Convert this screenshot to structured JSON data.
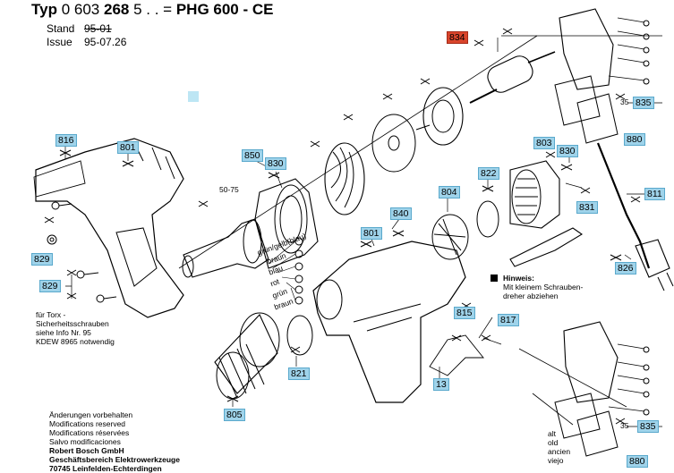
{
  "header": {
    "typ_label": "Typ",
    "typ_number": "0 603",
    "typ_number_bold": "268",
    "typ_suffix": "5 . . =",
    "model": "PHG 600 - CE",
    "stand_label": "Stand",
    "stand_value": "95-01",
    "issue_label": "Issue",
    "issue_value": "95-07.26"
  },
  "part_tags": {
    "p834": "834",
    "p816": "816",
    "p801a": "801",
    "p850": "850",
    "p830a": "830",
    "p803": "803",
    "p830b": "830",
    "p822": "822",
    "p804": "804",
    "p840": "840",
    "p831": "831",
    "p835a": "835",
    "p880a": "880",
    "p811": "811",
    "p826": "826",
    "p829a": "829",
    "p829b": "829",
    "p801b": "801",
    "p815": "815",
    "p817": "817",
    "p13": "13",
    "p821": "821",
    "p805": "805",
    "p835b": "835",
    "p880b": "880"
  },
  "drawing_labels": {
    "range_5075": "50-75",
    "dim_35": "35",
    "dim_35b": "35"
  },
  "wire_colors": [
    "grün/gelb(blau)",
    "braun",
    "blau",
    "rot",
    "grün",
    "braun"
  ],
  "hinweis": {
    "title": "Hinweis:",
    "line1": "Mit kleinem Schrauben-",
    "line2": "dreher abziehen"
  },
  "torx_note": [
    "für Torx -",
    "Sicherheitsschrauben",
    "siehe Info Nr. 95",
    "KDEW 8965 notwendig"
  ],
  "alt_note": [
    "alt",
    "old",
    "ancien",
    "viejo"
  ],
  "footer": {
    "lines": [
      "Änderungen vorbehalten",
      "Modifications reserved",
      "Modifications réservées",
      "Salvo modificaciones"
    ],
    "company": [
      "Robert Bosch GmbH",
      "Geschäftsbereich Elektrowerkzeuge",
      "70745 Leinfelden-Echterdingen"
    ]
  },
  "colors": {
    "tag_blue": "#9fd3ea",
    "tag_red": "#d9452c",
    "line": "#000000"
  }
}
